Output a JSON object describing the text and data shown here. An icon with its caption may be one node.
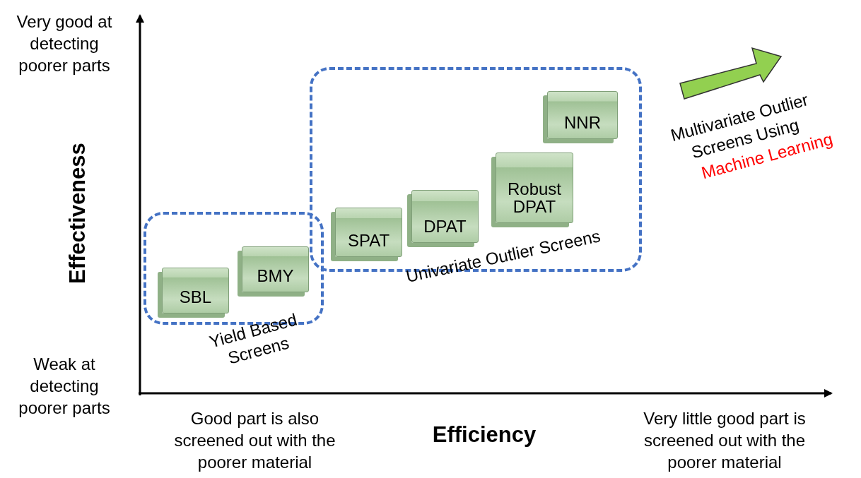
{
  "diagram": {
    "nodes": [
      {
        "text": [
          "Yield Based Screens"
        ]
      },
      {
        "text": [
          "SBL"
        ],
        "in": 0
      },
      {
        "text": [
          "BMY"
        ],
        "in": 0
      },
      {
        "text": [
          "Univariate Outlier Screens"
        ]
      },
      {
        "text": [
          "SPAT"
        ],
        "in": 3
      },
      {
        "text": [
          "DPAT"
        ],
        "in": 3
      },
      {
        "text": [
          "Robust DPAT"
        ],
        "in": 3
      },
      {
        "text": [
          "NNR"
        ],
        "in": 3
      }
    ],
    "edges": [],
    "labels": [
      "Very good at detecting poorer parts",
      "Effectiveness",
      "Multivariate Outlier Screens Using",
      "Machine Learning",
      "Weak at detecting poorer parts",
      "Good part is also screened out with the poorer material",
      "Efficiency",
      "Very little good part is screened out with the poorer material"
    ]
  }
}
